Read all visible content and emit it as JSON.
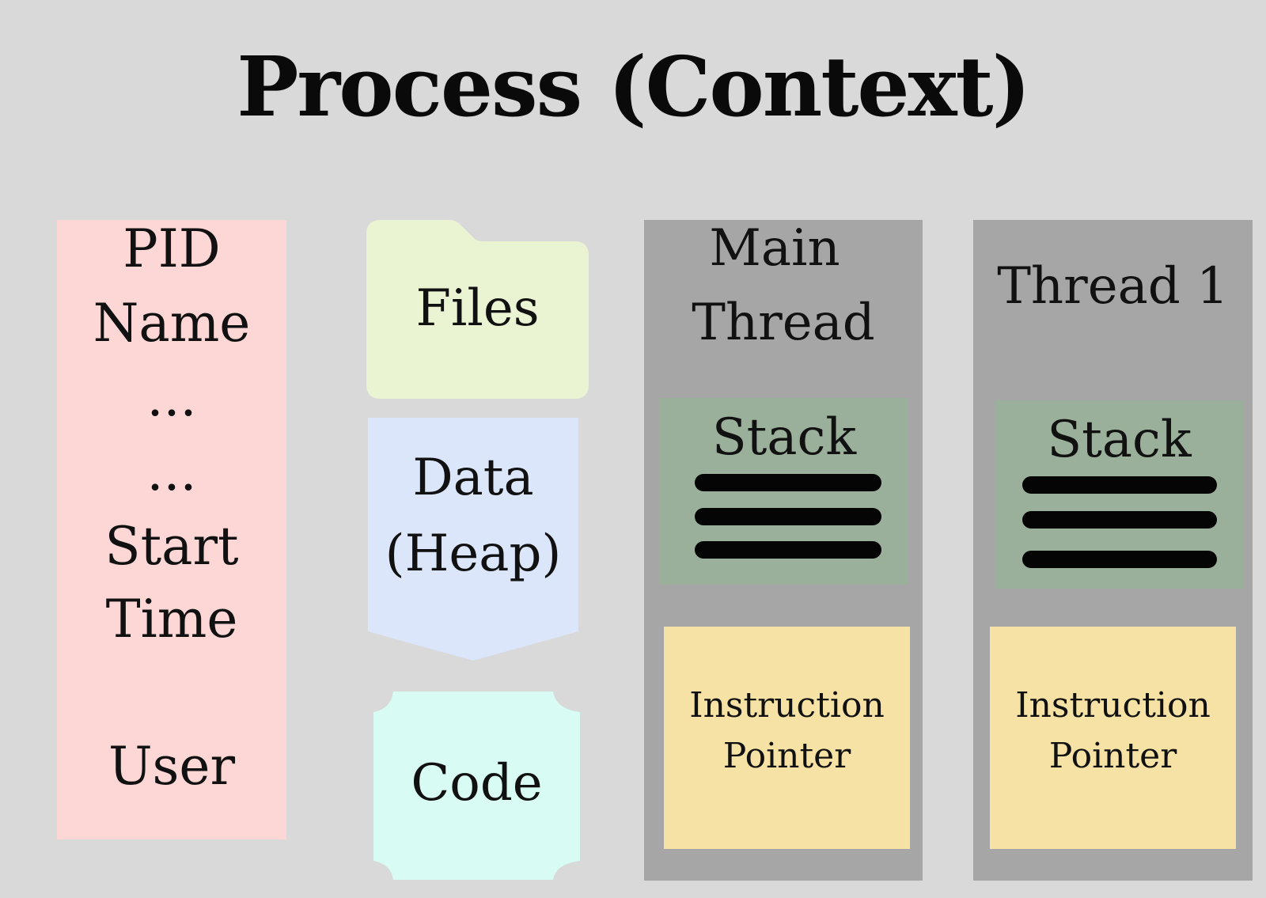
{
  "title": "Process (Context)",
  "pcb": {
    "lines": [
      "PID",
      "Name",
      "...",
      "...",
      "Start",
      "Time",
      "User"
    ]
  },
  "files": {
    "label": "Files"
  },
  "data": {
    "line1": "Data",
    "line2": "(Heap)"
  },
  "code": {
    "label": "Code"
  },
  "threads": [
    {
      "title_line1": "Main",
      "title_line2": "Thread",
      "stack_label": "Stack",
      "ip_line1": "Instruction",
      "ip_line2": "Pointer"
    },
    {
      "title_line1": "Thread 1",
      "stack_label": "Stack",
      "ip_line1": "Instruction",
      "ip_line2": "Pointer"
    }
  ],
  "colors": {
    "background": "#d9d9d9",
    "pcb": "#fdd6d6",
    "files": "#eaf3d2",
    "data": "#dbe6fb",
    "code": "#d8fcf3",
    "thread": "#a6a6a6",
    "stack": "#9bb09a",
    "instruction_pointer": "#f5e2a4"
  }
}
